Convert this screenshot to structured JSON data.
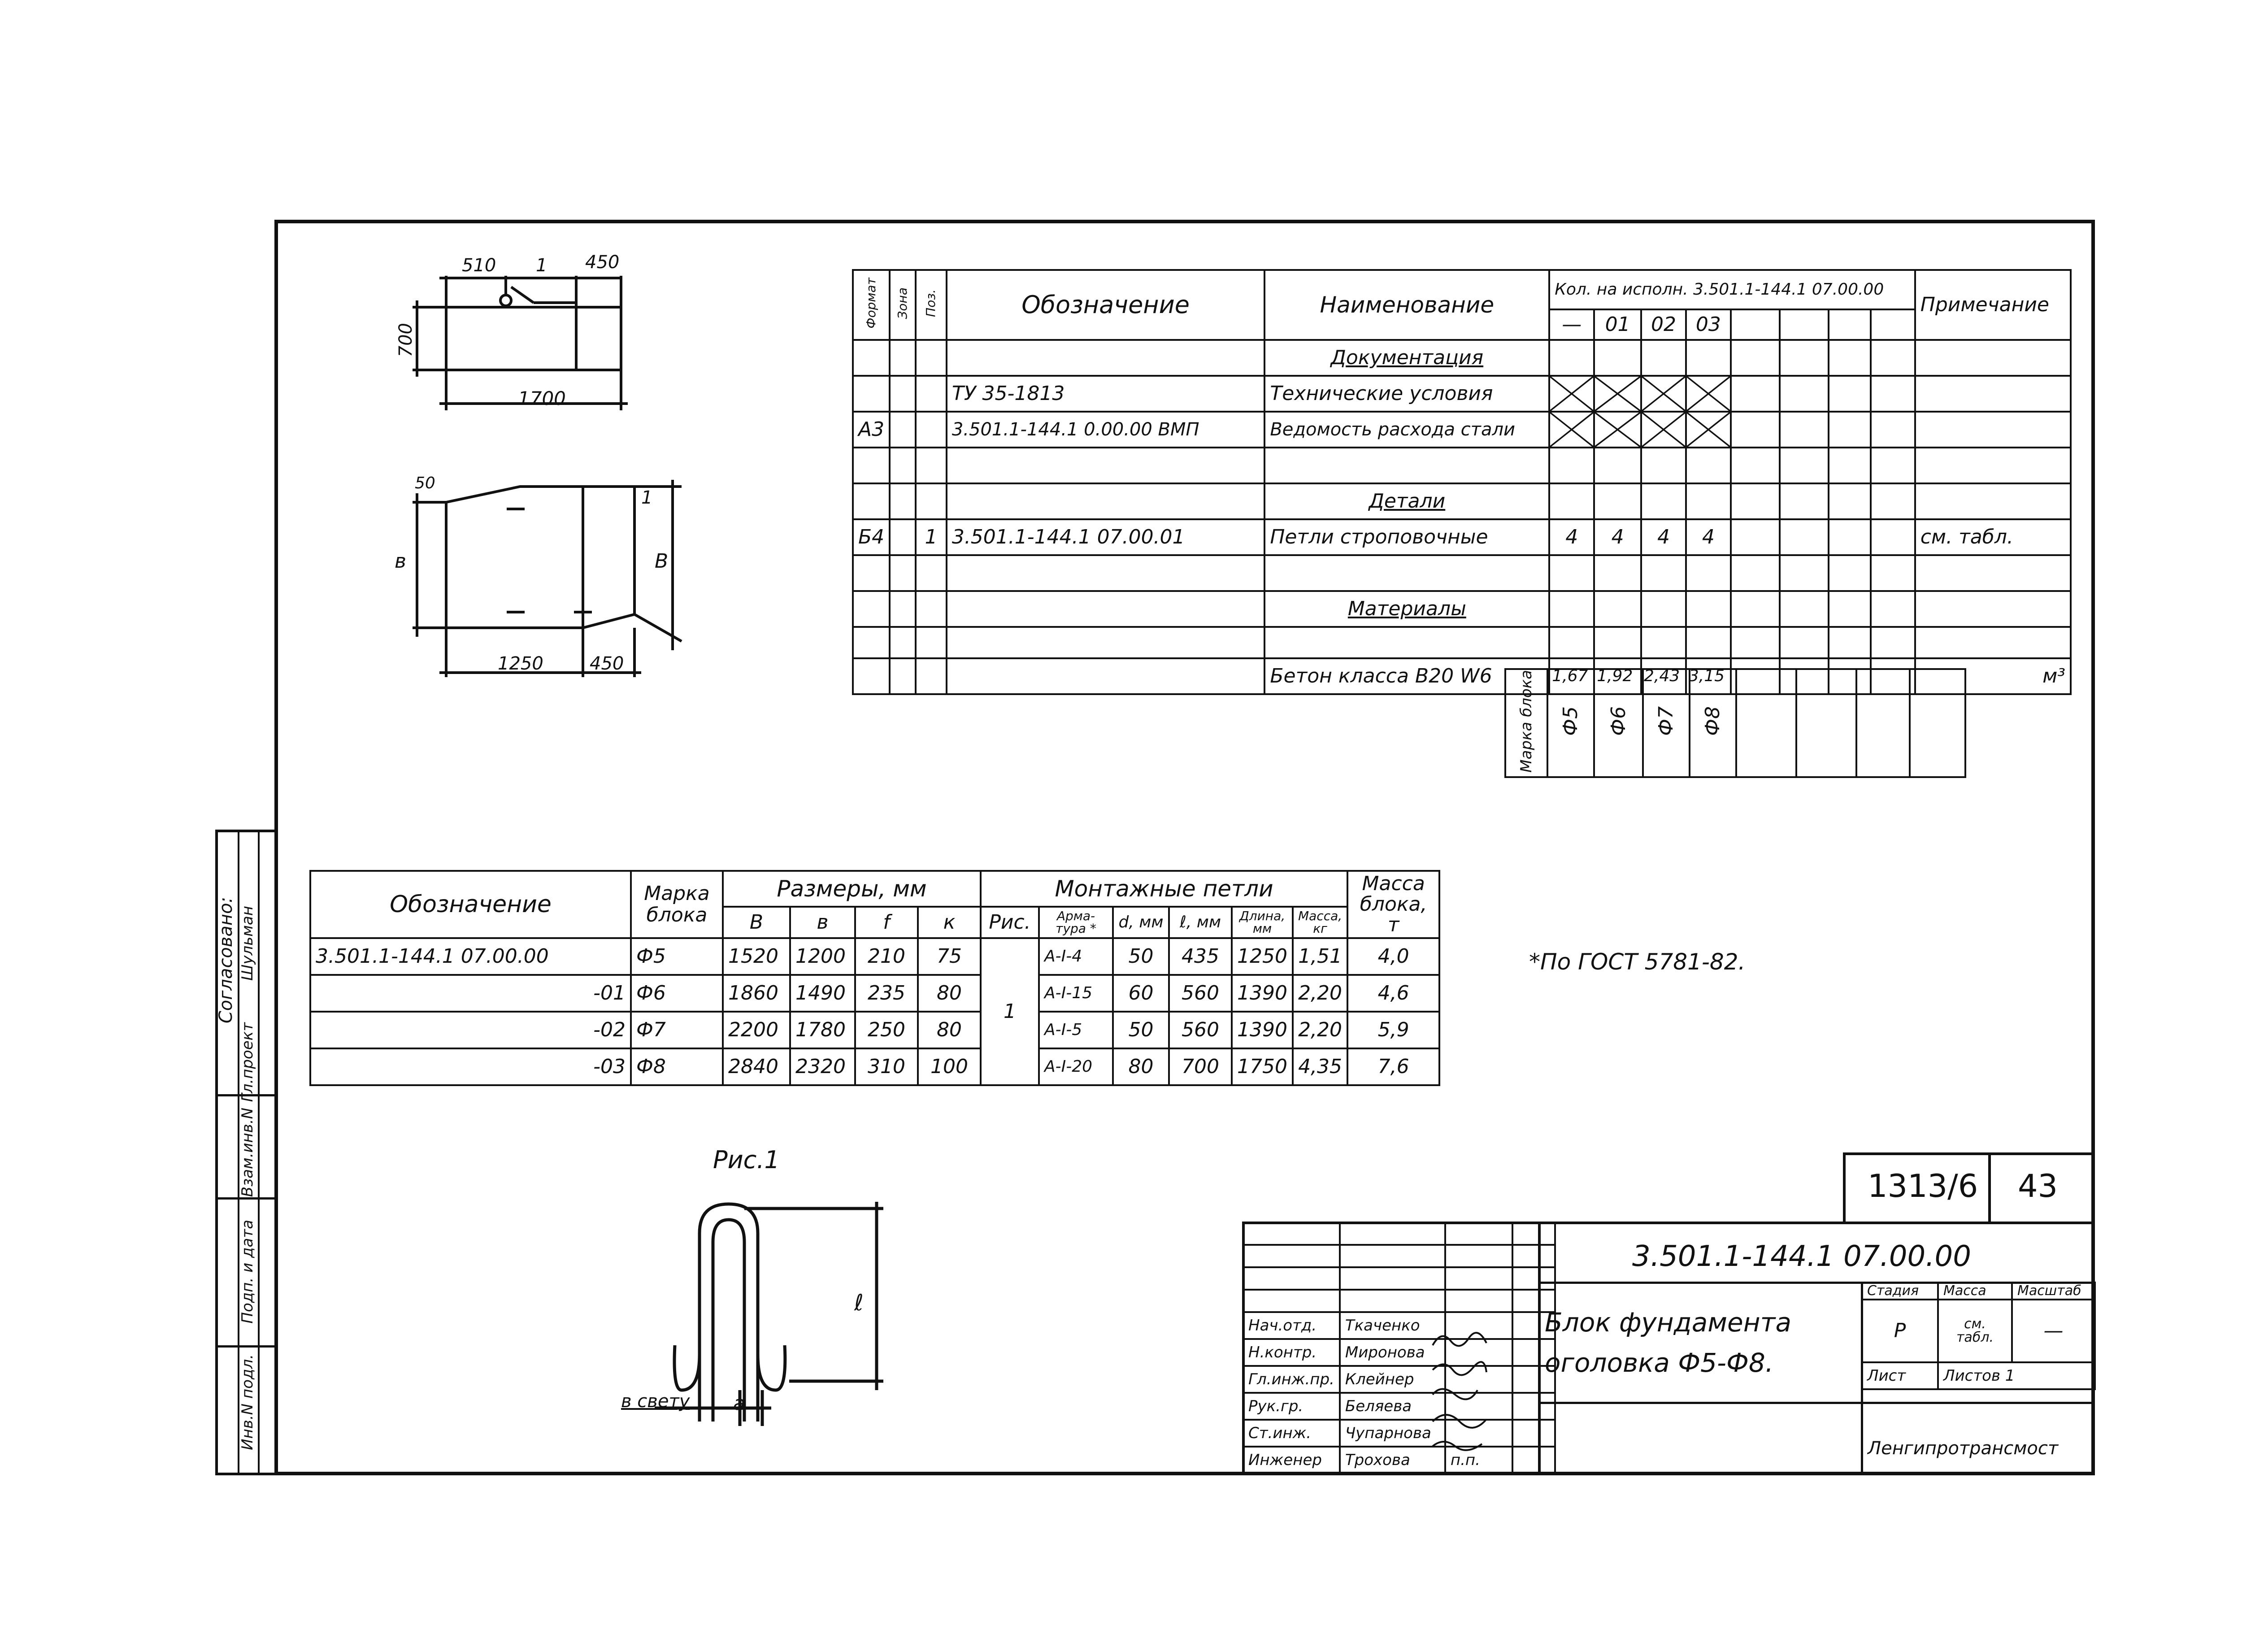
{
  "spec": {
    "headers": {
      "format": "Формат",
      "zone": "Зона",
      "pos": "Поз.",
      "designation": "Обозначение",
      "name": "Наименование",
      "qty": "Кол. на исполн. 3.501.1-144.1 07.00.00",
      "note": "Примечание"
    },
    "variants": [
      "—",
      "01",
      "02",
      "03"
    ],
    "sections": {
      "docs": "Документация",
      "details": "Детали",
      "materials": "Материалы"
    },
    "rows": {
      "tu": {
        "format": "",
        "pos": "",
        "designation": "ТУ 35-1813",
        "name": "Технические условия"
      },
      "vms": {
        "format": "А3",
        "pos": "",
        "designation": "3.501.1-144.1 0.00.00 ВМП",
        "name": "Ведомость расхода стали"
      },
      "loops": {
        "format": "Б4",
        "pos": "1",
        "designation": "3.501.1-144.1 07.00.01",
        "name": "Петли строповочные",
        "qty": [
          "4",
          "4",
          "4",
          "4"
        ],
        "note": "см. табл."
      },
      "concrete": {
        "name": "Бетон класса В20 W6",
        "qty": [
          "1,67",
          "1,92",
          "2,43",
          "3,15"
        ],
        "note": "м³"
      }
    },
    "block_mark_label": "Марка блока",
    "block_marks": [
      "Ф5",
      "Ф6",
      "Ф7",
      "Ф8"
    ]
  },
  "dims_table": {
    "headers": {
      "designation": "Обозначение",
      "mark": "Марка блока",
      "sizes": "Размеры, мм",
      "B": "В",
      "b": "в",
      "f": "f",
      "k": "к",
      "loops": "Монтажные петли",
      "fig": "Рис.",
      "armature": "Арма-тура *",
      "d": "d, мм",
      "l": "ℓ, мм",
      "length": "Длина, мм",
      "mass": "Масса, кг",
      "block_mass": "Масса блока, т"
    },
    "fig_value": "1",
    "rows": [
      {
        "designation": "3.501.1-144.1 07.00.00",
        "mark": "Ф5",
        "B": "1520",
        "b": "1200",
        "f": "210",
        "k": "75",
        "arm": "А-I-4",
        "d": "50",
        "l": "435",
        "len": "1250",
        "mass": "1,51",
        "bm": "4,0"
      },
      {
        "designation": "-01",
        "mark": "Ф6",
        "B": "1860",
        "b": "1490",
        "f": "235",
        "k": "80",
        "arm": "А-I-15",
        "d": "60",
        "l": "560",
        "len": "1390",
        "mass": "2,20",
        "bm": "4,6"
      },
      {
        "designation": "-02",
        "mark": "Ф7",
        "B": "2200",
        "b": "1780",
        "f": "250",
        "k": "80",
        "arm": "А-I-5",
        "d": "50",
        "l": "560",
        "len": "1390",
        "mass": "2,20",
        "bm": "5,9"
      },
      {
        "designation": "-03",
        "mark": "Ф8",
        "B": "2840",
        "b": "2320",
        "f": "310",
        "k": "100",
        "arm": "А-I-20",
        "d": "80",
        "l": "700",
        "len": "1750",
        "mass": "4,35",
        "bm": "7,6"
      }
    ]
  },
  "footnote": "*По ГОСТ 5781-82.",
  "drawing_top": {
    "d1": "510",
    "d2": "1",
    "d3": "450",
    "d4": "700",
    "d5": "1700"
  },
  "drawing_mid": {
    "d1": "50",
    "d2": "в",
    "d3": "1",
    "d4": "В",
    "d5": "1250",
    "d6": "450"
  },
  "figure": {
    "label": "Рис.1",
    "light": "в свету",
    "a": "a",
    "l": "ℓ"
  },
  "stamp": {
    "code": "3.501.1-144.1 07.00.00",
    "title_line1": "Блок фундамента",
    "title_line2": "оголовка Ф5-Ф8.",
    "stage_label": "Стадия",
    "mass_label": "Масса",
    "scale_label": "Масштаб",
    "stage": "Р",
    "mass": "см. табл.",
    "scale": "—",
    "sheet_label": "Лист",
    "sheets_label": "Листов 1",
    "org": "Ленгипротрансмост",
    "sheet_no": "1313/6",
    "page_no": "43",
    "people": [
      {
        "role": "Нач.отд.",
        "name": "Ткаченко"
      },
      {
        "role": "Н.контр.",
        "name": "Миронова"
      },
      {
        "role": "Гл.инж.пр.",
        "name": "Клейнер"
      },
      {
        "role": "Рук.гр.",
        "name": "Беляева"
      },
      {
        "role": "Ст.инж.",
        "name": "Чупарнова"
      },
      {
        "role": "Инженер",
        "name": "Трохова"
      }
    ],
    "signatures": [
      "",
      "",
      "",
      "",
      "",
      "п.п."
    ]
  },
  "side_stamp": {
    "agreed": "Согласовано:",
    "agreed_name": "Шульман",
    "agreed_role": "Гл.проект",
    "inv_replace": "Взам.инв.N",
    "sign_date": "Подп. и дата",
    "inv_orig": "Инв.N подл."
  }
}
